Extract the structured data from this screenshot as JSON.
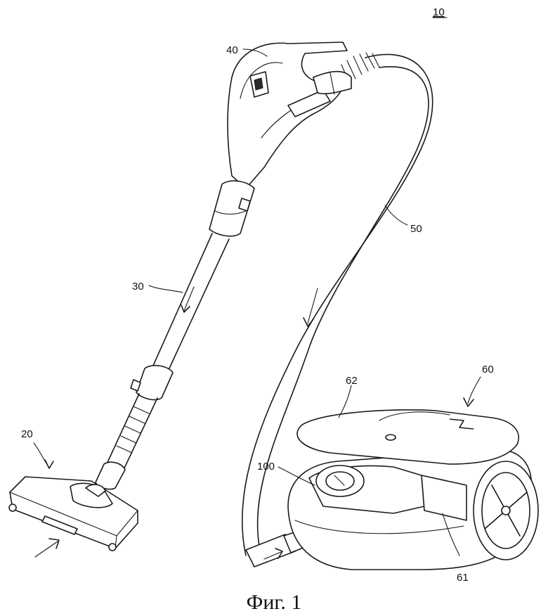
{
  "figure": {
    "caption": "Фиг. 1",
    "labels": {
      "main": "10",
      "nozzle": "20",
      "pipe": "30",
      "handle": "40",
      "hose": "50",
      "body": "60",
      "cover": "62",
      "dust_unit": "100",
      "chamber": "61"
    }
  }
}
